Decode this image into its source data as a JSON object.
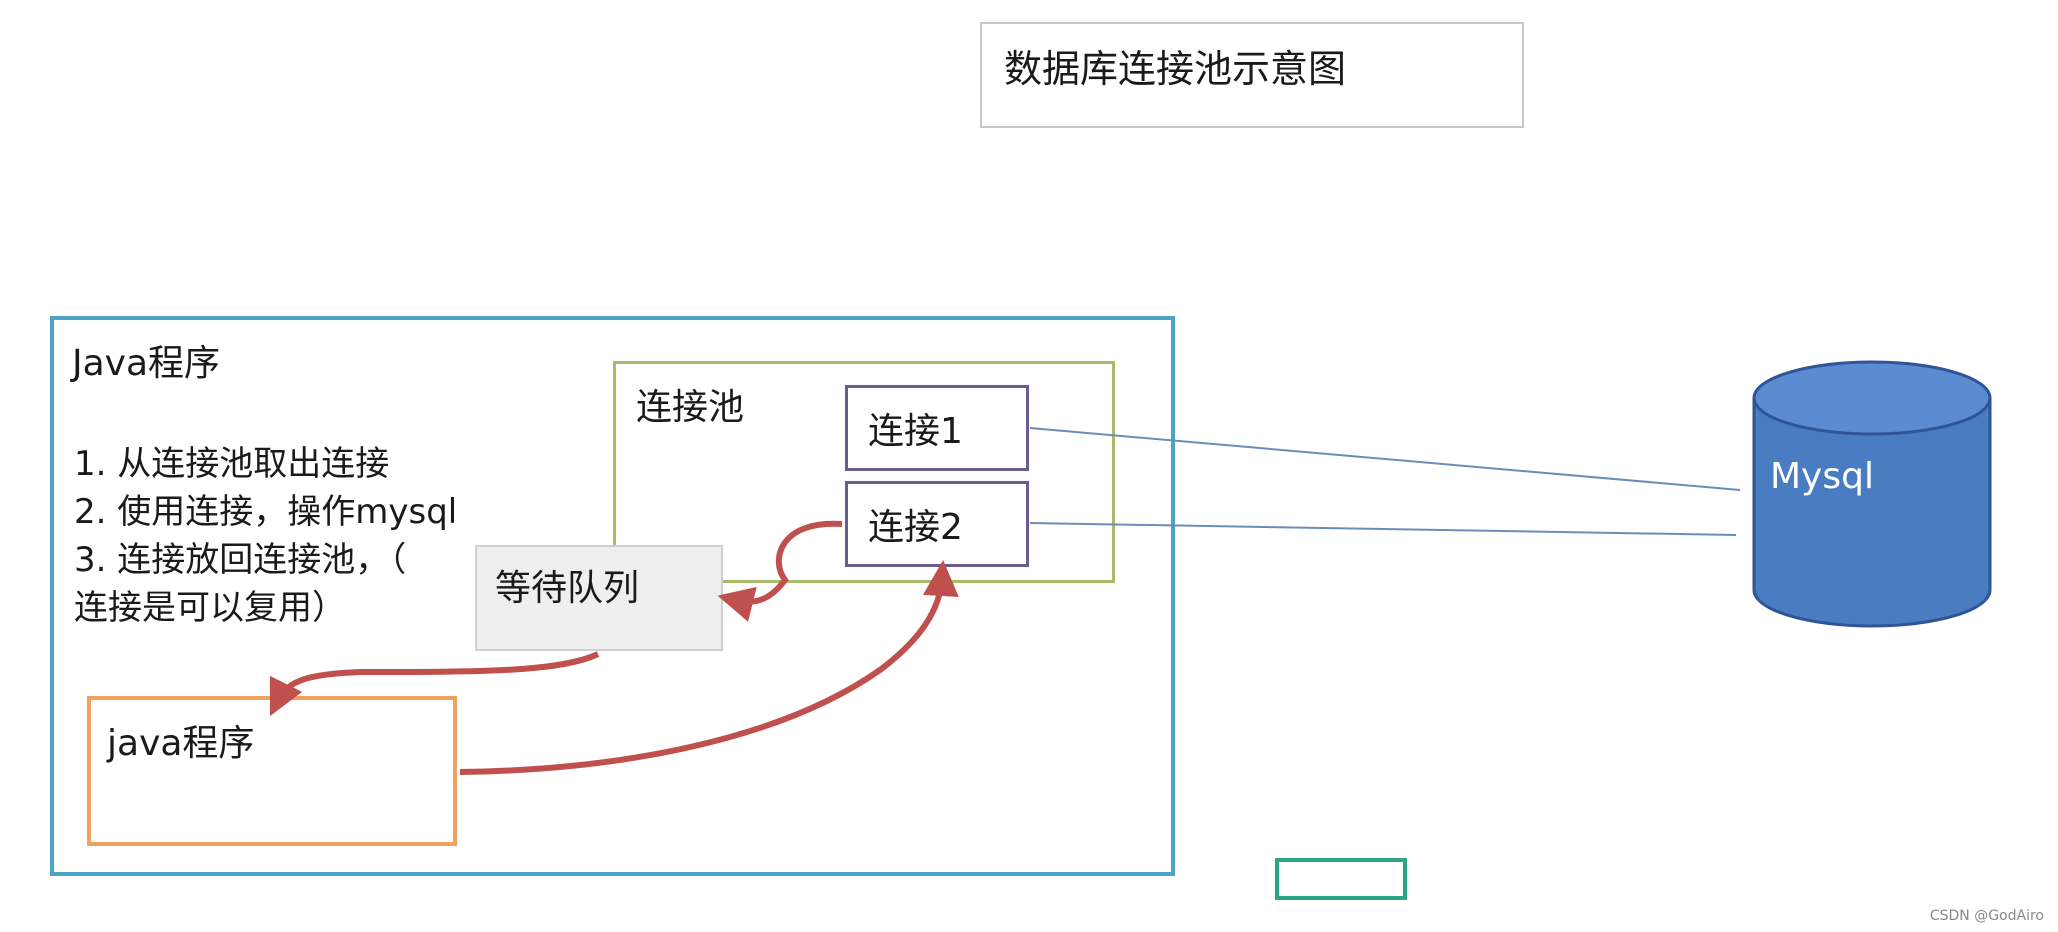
{
  "title": "数据库连接池示意图",
  "java_program": {
    "title": "Java程序",
    "steps": [
      "1. 从连接池取出连接",
      "2. 使用连接，操作mysql",
      "3. 连接放回连接池，（",
      "连接是可以复用）"
    ]
  },
  "pool": {
    "title": "连接池",
    "connections": [
      "连接1",
      "连接2"
    ]
  },
  "wait_queue": "等待队列",
  "inner_java": "java程序",
  "database": "Mysql",
  "colors": {
    "java_border": "#4aa6c4",
    "pool_border": "#a9bb6a",
    "connection_border": "#6b5b8e",
    "inner_java_border": "#f0a25c",
    "arrow": "#c0504d",
    "db_fill": "#4a7cc2",
    "db_stroke": "#2f5597"
  },
  "watermark": "CSDN @GodAiro"
}
